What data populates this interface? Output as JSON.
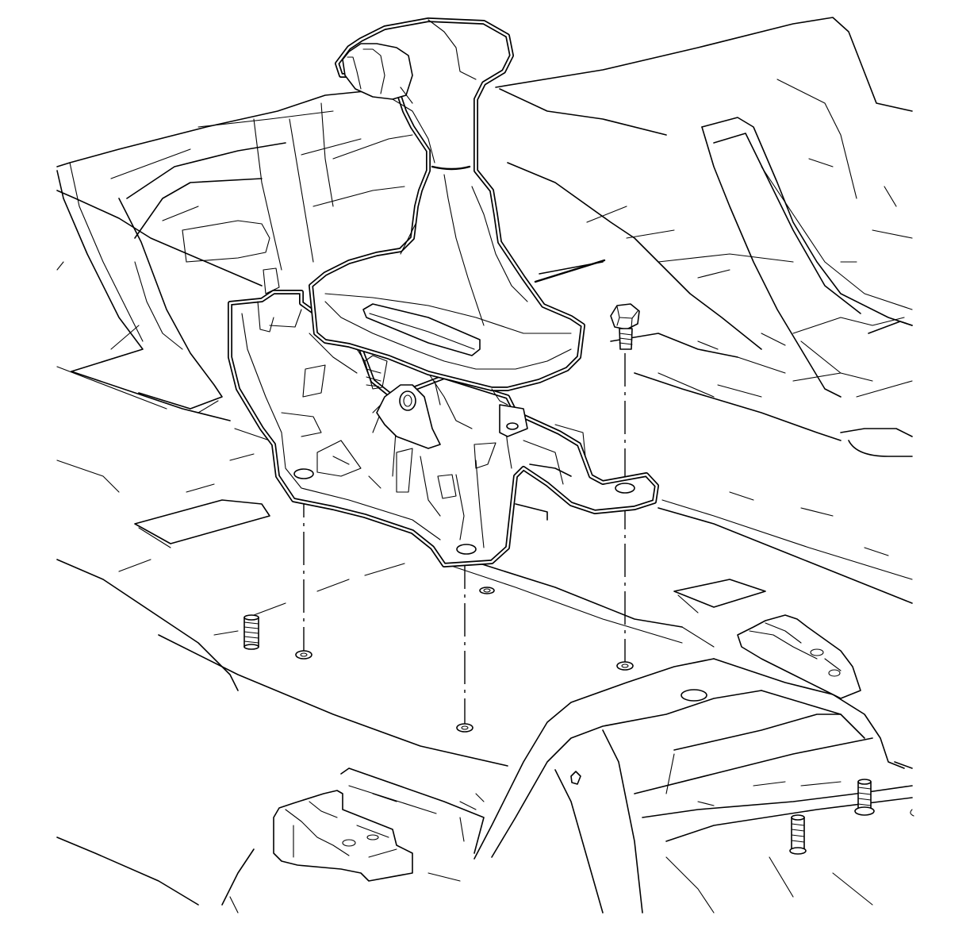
{
  "diagram": {
    "components": [
      {
        "id": "shift-lever-knob",
        "icon": "knob-shape"
      },
      {
        "id": "shift-boot",
        "icon": "boot-shape"
      },
      {
        "id": "shifter-base",
        "icon": "bracket-shape"
      },
      {
        "id": "shifter-bolt",
        "icon": "bolt-shape"
      },
      {
        "id": "mounting-stud",
        "icon": "stud-shape"
      },
      {
        "id": "floor-pan",
        "icon": "floor-shape"
      }
    ],
    "fastener_count": 4
  }
}
